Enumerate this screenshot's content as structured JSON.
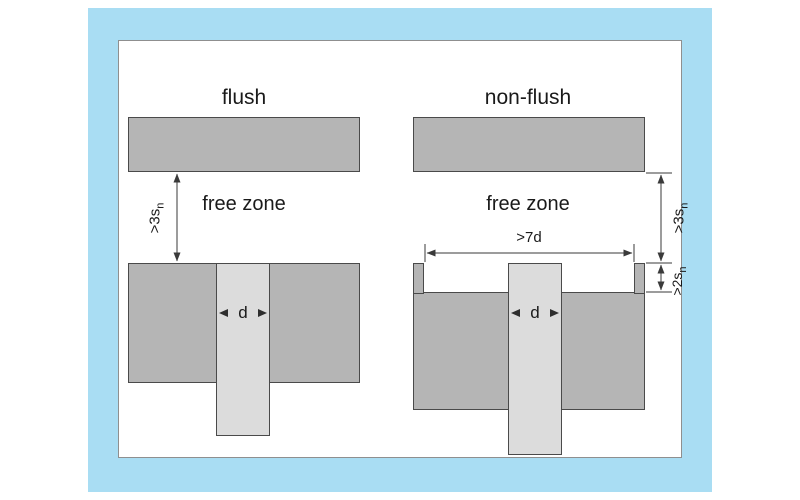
{
  "diagram": {
    "left": {
      "title": "flush",
      "free_zone_label": "free zone",
      "gap_dim": {
        "main": ">3s",
        "sub": "n"
      },
      "diameter_label": "d"
    },
    "right": {
      "title": "non-flush",
      "free_zone_label": "free zone",
      "gap_dim": {
        "main": ">3s",
        "sub": "n"
      },
      "recess_width_dim": ">7d",
      "recess_depth_dim": {
        "main": ">2s",
        "sub": "n"
      },
      "diameter_label": "d"
    }
  },
  "colors": {
    "frame_blue": "#a9ddf3",
    "metal_gray": "#b5b5b5",
    "sensor_gray": "#dcdcdc",
    "line_dark": "#3a3a3a",
    "text_dark": "#1a1a1a"
  }
}
